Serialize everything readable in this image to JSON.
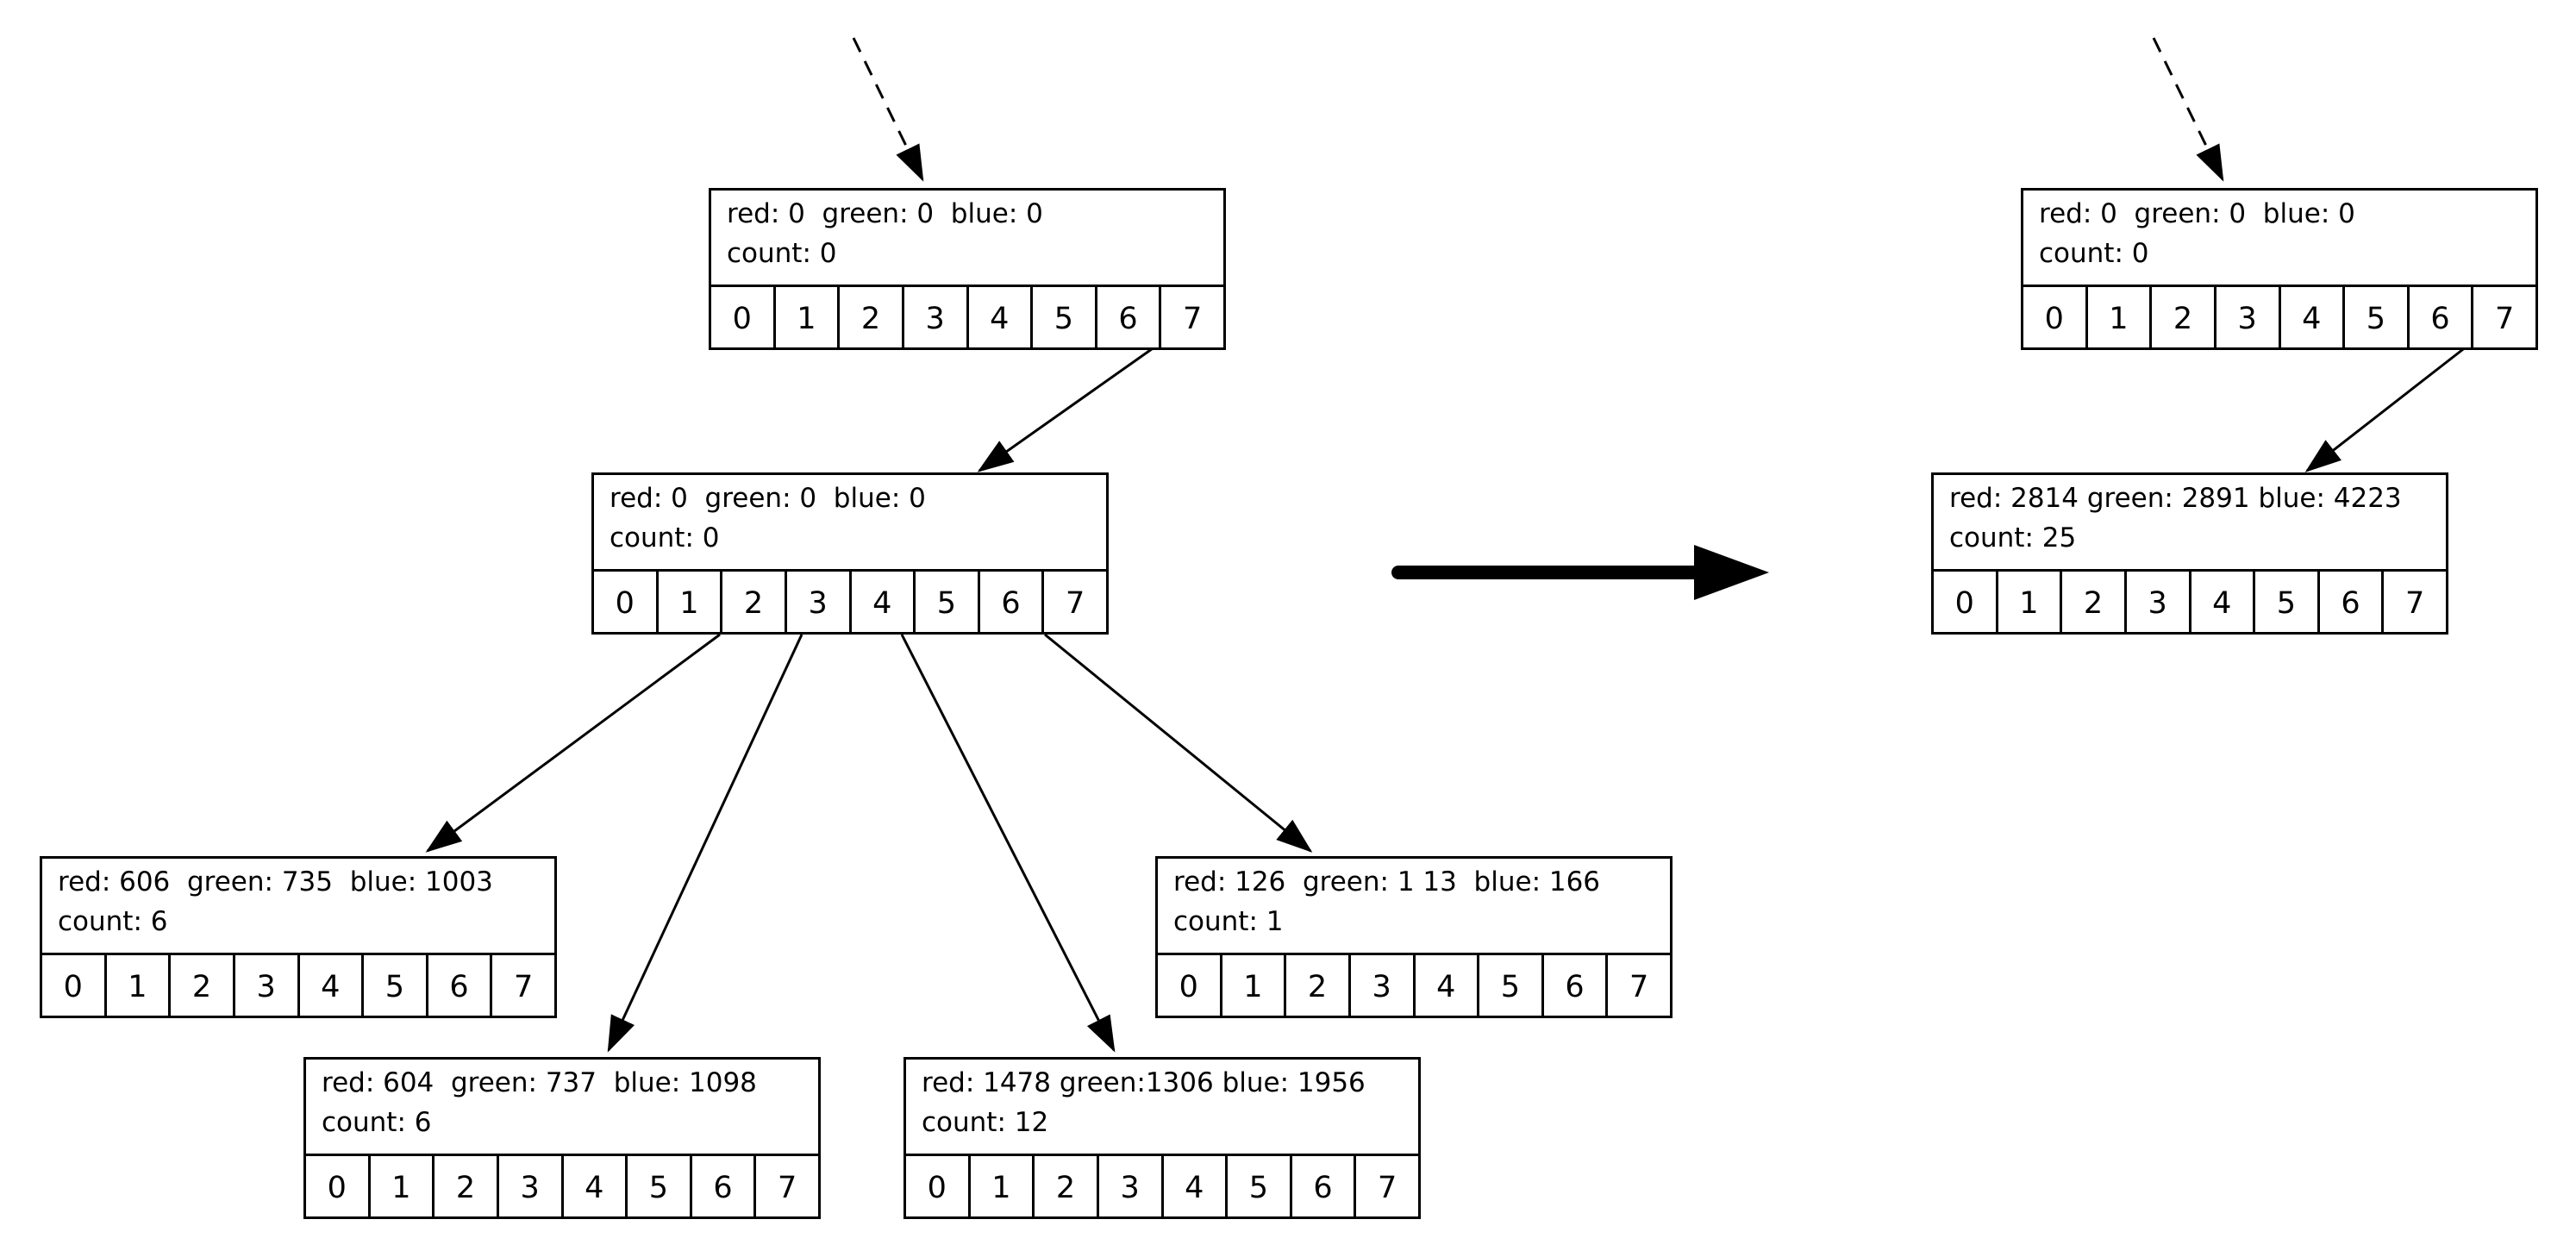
{
  "diagram": {
    "before": {
      "root": {
        "info_line1": "red: 0  green: 0  blue: 0",
        "info_line2": "count: 0"
      },
      "mid": {
        "info_line1": "red: 0  green: 0  blue: 0",
        "info_line2": "count: 0"
      },
      "leaf_a": {
        "info_line1": "red: 606  green: 735  blue: 1003",
        "info_line2": "count: 6"
      },
      "leaf_b": {
        "info_line1": "red: 604  green: 737  blue: 1098",
        "info_line2": "count: 6"
      },
      "leaf_c": {
        "info_line1": "red: 1478 green:1306 blue: 1956",
        "info_line2": "count: 12"
      },
      "leaf_d": {
        "info_line1": "red: 126  green: 1 13  blue: 166",
        "info_line2": "count: 1"
      }
    },
    "after": {
      "root": {
        "info_line1": "red: 0  green: 0  blue: 0",
        "info_line2": "count: 0"
      },
      "merged": {
        "info_line1": "red: 2814 green: 2891 blue: 4223",
        "info_line2": "count: 25"
      }
    },
    "slots": [
      "0",
      "1",
      "2",
      "3",
      "4",
      "5",
      "6",
      "7"
    ],
    "colors": {
      "stroke": "#000000",
      "background": "#ffffff"
    }
  }
}
